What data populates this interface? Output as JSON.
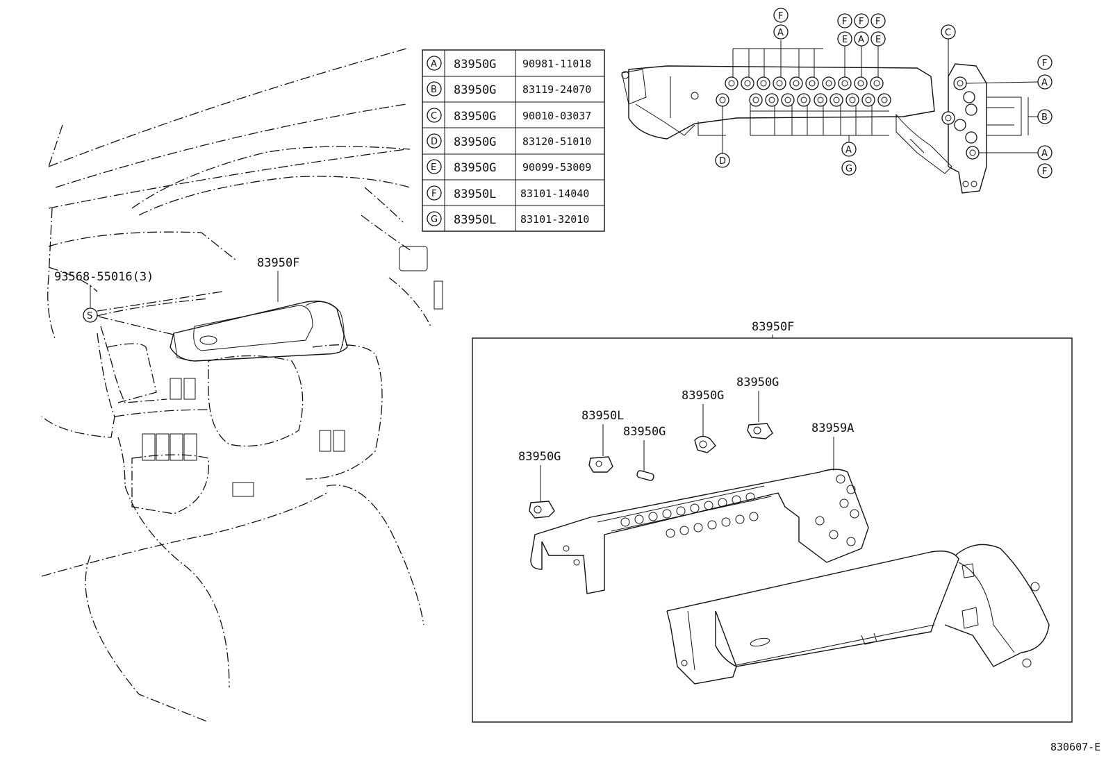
{
  "legend_table": {
    "rows": [
      {
        "code": "A",
        "part": "83950G",
        "number": "90981-11018"
      },
      {
        "code": "B",
        "part": "83950G",
        "number": "83119-24070"
      },
      {
        "code": "C",
        "part": "83950G",
        "number": "90010-03037"
      },
      {
        "code": "D",
        "part": "83950G",
        "number": "83120-51010"
      },
      {
        "code": "E",
        "part": "83950G",
        "number": "90099-53009"
      },
      {
        "code": "F",
        "part": "83950L",
        "number": "83101-14040"
      },
      {
        "code": "G",
        "part": "83950L",
        "number": "83101-32010"
      }
    ]
  },
  "overview": {
    "screw_label": "93568-55016(3)",
    "screw_marker": "S",
    "meter_label": "83950F"
  },
  "detail_box": {
    "title": "83950F",
    "labels": {
      "bulb_g_left": "83950G",
      "bulb_l": "83950L",
      "bulb_g_wedge": "83950G",
      "bulb_g_mid": "83950G",
      "bulb_g_right": "83950G",
      "circuit_plate": "83959A"
    }
  },
  "socket_callouts": {
    "top_row_1": [
      "F",
      "A"
    ],
    "top_row_2": [
      "F",
      "F",
      "F"
    ],
    "top_row_3": [
      "E",
      "A",
      "E"
    ],
    "top_right": "C",
    "right_side": [
      "F",
      "A",
      "B",
      "A",
      "F"
    ],
    "bottom": [
      "D",
      "A",
      "G"
    ]
  },
  "figure_code": "830607-E"
}
